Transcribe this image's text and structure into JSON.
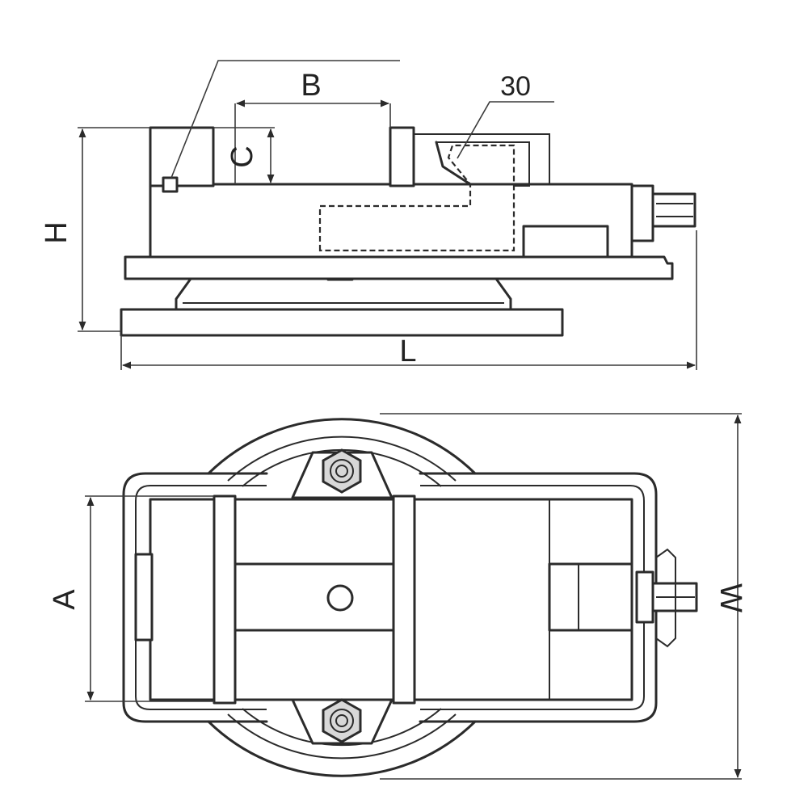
{
  "labels": {
    "B": "B",
    "C": "C",
    "H": "H",
    "L": "L",
    "A": "A",
    "W": "W",
    "angle": "30"
  },
  "colors": {
    "line": "#2b2b2b",
    "background": "#ffffff",
    "nut_fill": "#d8d8d8"
  }
}
